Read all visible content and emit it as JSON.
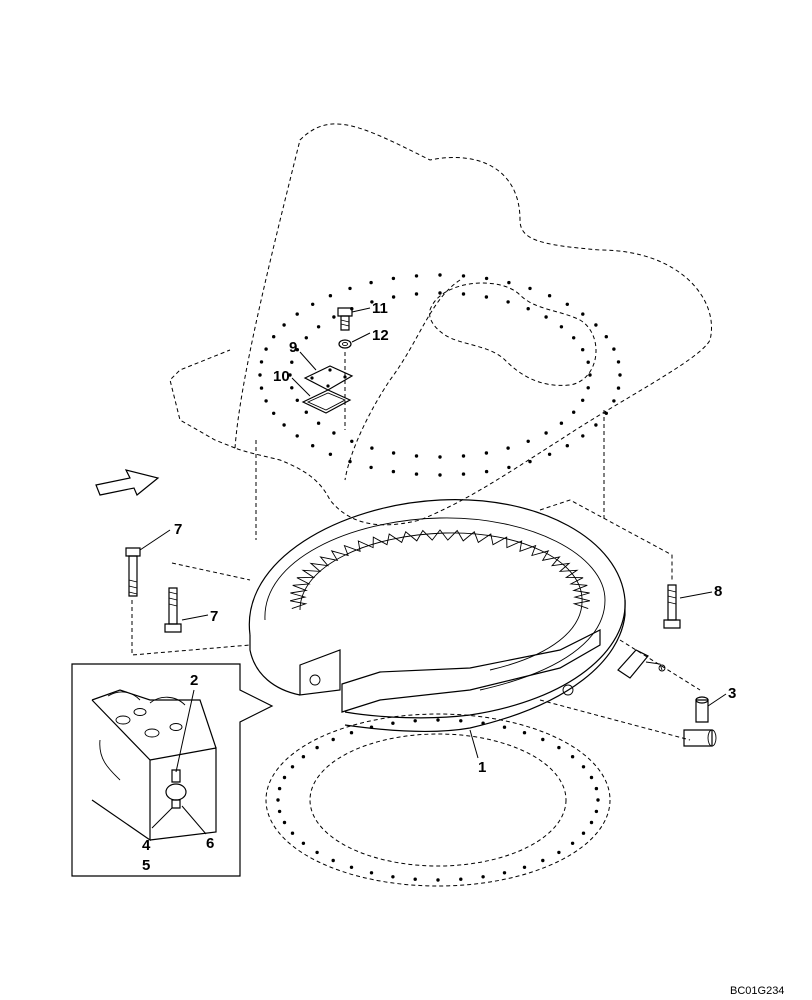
{
  "diagram": {
    "drawing_code": "BC01G234",
    "callouts": {
      "c1": "1",
      "c2": "2",
      "c3": "3",
      "c4": "4",
      "c5": "5",
      "c6": "6",
      "c7a": "7",
      "c7b": "7",
      "c8": "8",
      "c9": "9",
      "c10": "10",
      "c11": "11",
      "c12": "12"
    }
  }
}
